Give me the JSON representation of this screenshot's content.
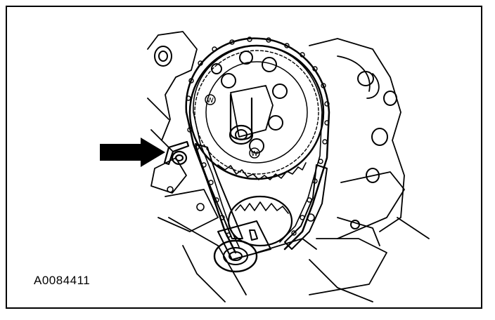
{
  "figure": {
    "id_label": "A0084411"
  },
  "colors": {
    "ink": "#000000",
    "paper": "#ffffff"
  },
  "parts": {
    "upper_sprocket_marks": [
      "W",
      "W"
    ]
  }
}
